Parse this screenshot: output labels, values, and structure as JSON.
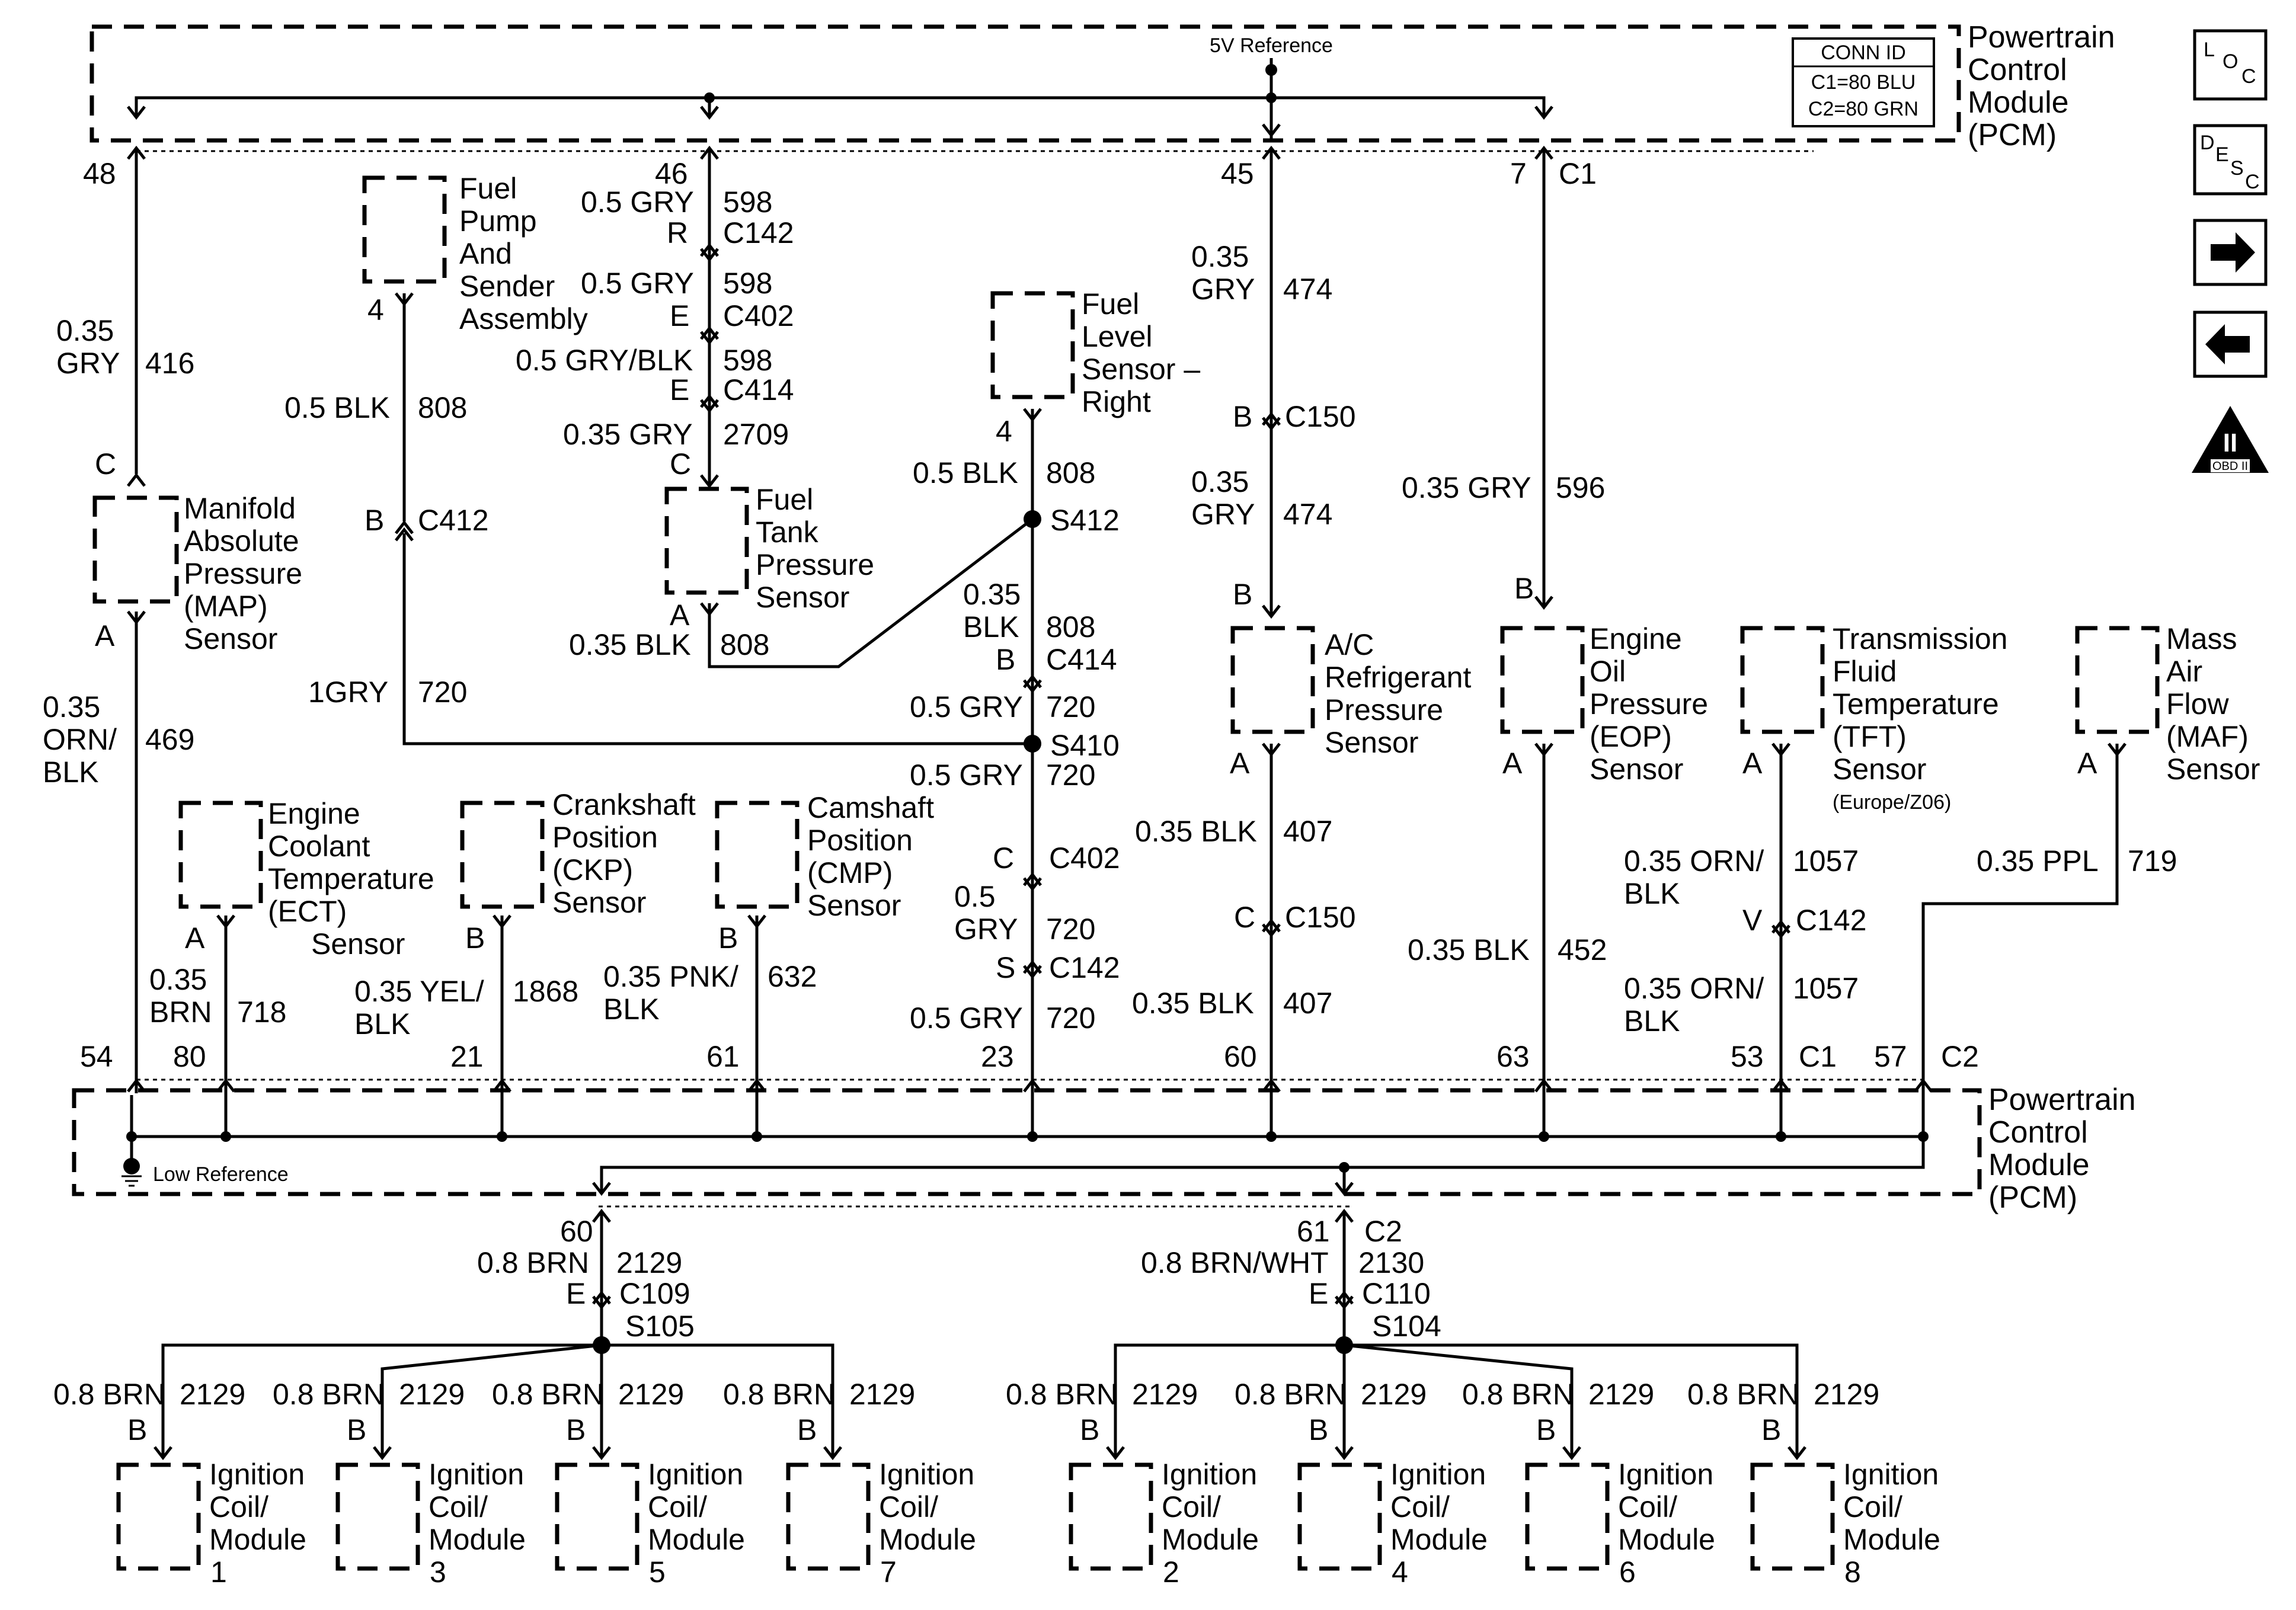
{
  "pcm_top": {
    "name": [
      "Powertrain",
      "Control",
      "Module",
      "(PCM)"
    ],
    "conn_id": {
      "title": "CONN ID",
      "c1": "C1=80 BLU",
      "c2": "C2=80 GRN"
    },
    "bus_label": "5V Reference"
  },
  "pcm_bottom": {
    "name": [
      "Powertrain",
      "Control",
      "Module",
      "(PCM)"
    ],
    "bus_label": "Low Reference"
  },
  "nav_icons": [
    "loc-icon",
    "desc-icon",
    "next-arrow-icon",
    "back-arrow-icon",
    "obd-ii-icon"
  ],
  "components": {
    "map": [
      "Manifold",
      "Absolute",
      "Pressure",
      "(MAP)",
      "Sensor"
    ],
    "fuel_pump": [
      "Fuel",
      "Pump",
      "And",
      "Sender",
      "Assembly"
    ],
    "fuel_tank": [
      "Fuel",
      "Tank",
      "Pressure",
      "Sensor"
    ],
    "fuel_level": [
      "Fuel",
      "Level",
      "Sensor –",
      "Right"
    ],
    "ac": [
      "A/C",
      "Refrigerant",
      "Pressure",
      "Sensor"
    ],
    "eop": [
      "Engine",
      "Oil",
      "Pressure",
      "(EOP)",
      "Sensor"
    ],
    "tft": [
      "Transmission",
      "Fluid",
      "Temperature",
      "(TFT)",
      "Sensor"
    ],
    "tft_note": "(Europe/Z06)",
    "maf": [
      "Mass",
      "Air",
      "Flow",
      "(MAF)",
      "Sensor"
    ],
    "ect": [
      "Engine",
      "Coolant",
      "Temperature",
      "(ECT)",
      "Sensor"
    ],
    "ckp": [
      "Crankshaft",
      "Position",
      "(CKP)",
      "Sensor"
    ],
    "cmp": [
      "Camshaft",
      "Position",
      "(CMP)",
      "Sensor"
    ],
    "coil": [
      "Ignition",
      "Coil/",
      "Module"
    ]
  },
  "coil_numbers": [
    "1",
    "3",
    "5",
    "7",
    "2",
    "4",
    "6",
    "8"
  ],
  "labels": {
    "p48": "48",
    "map_w1": "0.35",
    "map_w2": "GRY",
    "map_c": "416",
    "map_pin_c": "C",
    "map_pin_a": "A",
    "map_low1": "0.35",
    "map_low2": "ORN/",
    "map_low3": "BLK",
    "map_low_c": "469",
    "p54": "54",
    "fp_pin": "4",
    "fp_w": "0.5 BLK",
    "fp_c": "808",
    "fp_b": "B",
    "fp_conn": "C412",
    "fp_w2": "1GRY",
    "fp_c2": "720",
    "p46": "46",
    "w598a": "0.5 GRY",
    "c598a": "598",
    "r": "R",
    "c142a": "C142",
    "w598b": "0.5 GRY",
    "c598b": "598",
    "e1": "E",
    "c402a": "C402",
    "w598c": "0.5 GRY/BLK",
    "c598c": "598",
    "e2": "E",
    "c414a": "C414",
    "w2709": "0.35 GRY",
    "c2709": "2709",
    "ft_c": "C",
    "ft_a": "A",
    "ft_w": "0.35 BLK",
    "ft_c808": "808",
    "fl_pin": "4",
    "fl_w": "0.5 BLK",
    "fl_c": "808",
    "s412": "S412",
    "w808b1": "0.35",
    "w808b2": "BLK",
    "c808b": "808",
    "b414": "B",
    "c414b": "C414",
    "w720a": "0.5 GRY",
    "c720a": "720",
    "s410": "S410",
    "w720b": "0.5 GRY",
    "c720b": "720",
    "c402c": "C",
    "c402b": "C402",
    "w720c1": "0.5",
    "w720c2": "GRY",
    "c720c": "720",
    "s142": "S",
    "c142b": "C142",
    "w720d": "0.5 GRY",
    "c720d": "720",
    "p23": "23",
    "ect_a": "A",
    "ect_w1": "0.35",
    "ect_w2": "BRN",
    "ect_c": "718",
    "p80": "80",
    "ckp_b": "B",
    "ckp_w1": "0.35 YEL/",
    "ckp_w2": "BLK",
    "ckp_c": "1868",
    "p21": "21",
    "cmp_b": "B",
    "cmp_w1": "0.35 PNK/",
    "cmp_w2": "BLK",
    "cmp_c": "632",
    "p61": "61",
    "p45": "45",
    "ac_w1": "0.35",
    "ac_w2": "GRY",
    "ac_c": "474",
    "ac_b150": "B",
    "c150a": "C150",
    "ac_w3": "0.35",
    "ac_w4": "GRY",
    "ac_c2": "474",
    "ac_pin_b": "B",
    "ac_pin_a": "A",
    "ac_w5": "0.35 BLK",
    "ac_c3": "407",
    "c150c": "C",
    "c150b": "C150",
    "ac_w6": "0.35 BLK",
    "ac_c4": "407",
    "p60": "60",
    "p7": "7",
    "c1": "C1",
    "eop_w": "0.35 GRY",
    "eop_c": "596",
    "eop_b": "B",
    "eop_a": "A",
    "eop_w2": "0.35 BLK",
    "eop_c2": "452",
    "p63": "63",
    "tft_a": "A",
    "tft_w1": "0.35 ORN/",
    "tft_w2": "BLK",
    "tft_c": "1057",
    "tft_v": "V",
    "c142c": "C142",
    "tft_w3": "0.35 ORN/",
    "tft_w4": "BLK",
    "tft_c2": "1057",
    "p53": "53",
    "c1b": "C1",
    "maf_a": "A",
    "maf_w": "0.35 PPL",
    "maf_c": "719",
    "p57": "57",
    "c2": "C2",
    "p60b": "60",
    "w2129": "0.8 BRN",
    "c2129": "2129",
    "e3": "E",
    "c109": "C109",
    "s105": "S105",
    "p61b": "61",
    "c2b": "C2",
    "w2130": "0.8 BRN/WHT",
    "c2130": "2130",
    "e4": "E",
    "c110": "C110",
    "s104": "S104",
    "coil_w": "0.8 BRN",
    "coil_c": "2129",
    "coil_b": "B"
  }
}
